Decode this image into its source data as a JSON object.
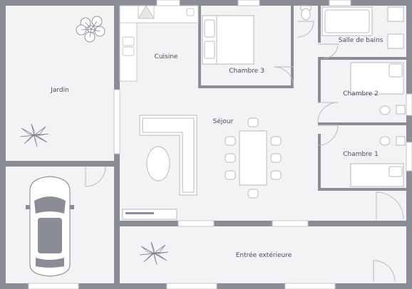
{
  "rooms": {
    "jardin": "Jardin",
    "cuisine": "Cuisine",
    "chambre3": "Chambre 3",
    "salle_de_bains": "Salle de bains",
    "chambre2": "Chambre 2",
    "sejour": "Séjour",
    "chambre1": "Chambre 1",
    "entree": "Entrée extérieure"
  },
  "colors": {
    "wall": "#8a8c96",
    "floor": "#f3f3f5",
    "outline": "#c6c7cd",
    "label": "#4a4c58"
  },
  "icons": [
    "plant-icon",
    "car-icon",
    "sofa-icon",
    "bed-icon",
    "bathtub-icon",
    "toilet-icon",
    "sink-icon",
    "stove-icon",
    "door-icon"
  ]
}
